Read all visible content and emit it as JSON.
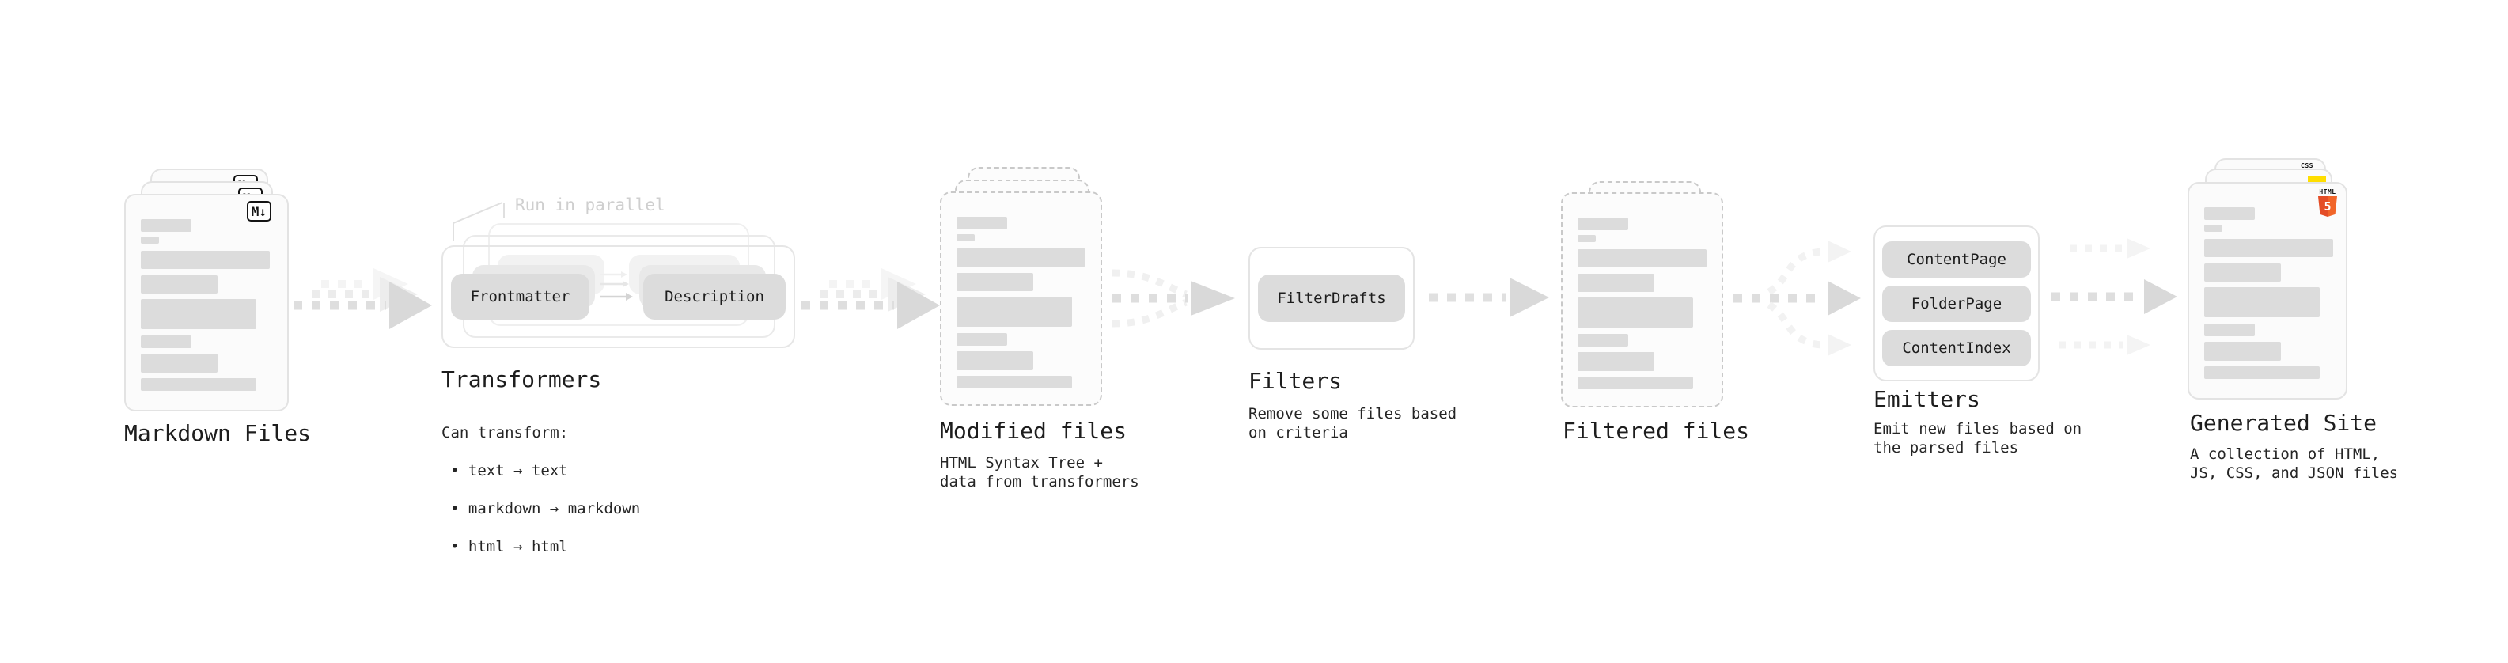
{
  "stages": {
    "markdown_files": {
      "label": "Markdown Files",
      "badge": "M↓"
    },
    "transformers": {
      "label": "Transformers",
      "note": "Run in parallel",
      "input_box": "Frontmatter",
      "output_box": "Description",
      "desc_title": "Can transform:",
      "bullets": [
        "• text → text",
        "• markdown → markdown",
        "• html → html"
      ]
    },
    "modified_files": {
      "label": "Modified files",
      "desc": "HTML Syntax Tree +\ndata from transformers"
    },
    "filters": {
      "label": "Filters",
      "box": "FilterDrafts",
      "desc": "Remove some files based\non criteria"
    },
    "filtered_files": {
      "label": "Filtered files"
    },
    "emitters": {
      "label": "Emitters",
      "boxes": [
        "ContentPage",
        "FolderPage",
        "ContentIndex"
      ],
      "desc": "Emit new files based on\nthe parsed files"
    },
    "generated_site": {
      "label": "Generated Site",
      "desc": "A collection of HTML,\nJS, CSS, and JSON files",
      "badges": {
        "css": "CSS",
        "html5_word": "HTML",
        "html5_number": "5"
      }
    }
  },
  "colors": {
    "card_border": "#e3e3e3",
    "dashed_border": "#c9c9c9",
    "skeleton_gray": "#dcdcdc",
    "box_gray": "#dcdcdc",
    "arrow_gray": "#d9d9d9",
    "note_gray": "#cfcfcf",
    "text": "#1d1d1d",
    "html5_orange_dark": "#E44D26",
    "html5_orange_light": "#F16529",
    "js_yellow": "#FFDE00",
    "css_blue": "#2D62ED"
  }
}
